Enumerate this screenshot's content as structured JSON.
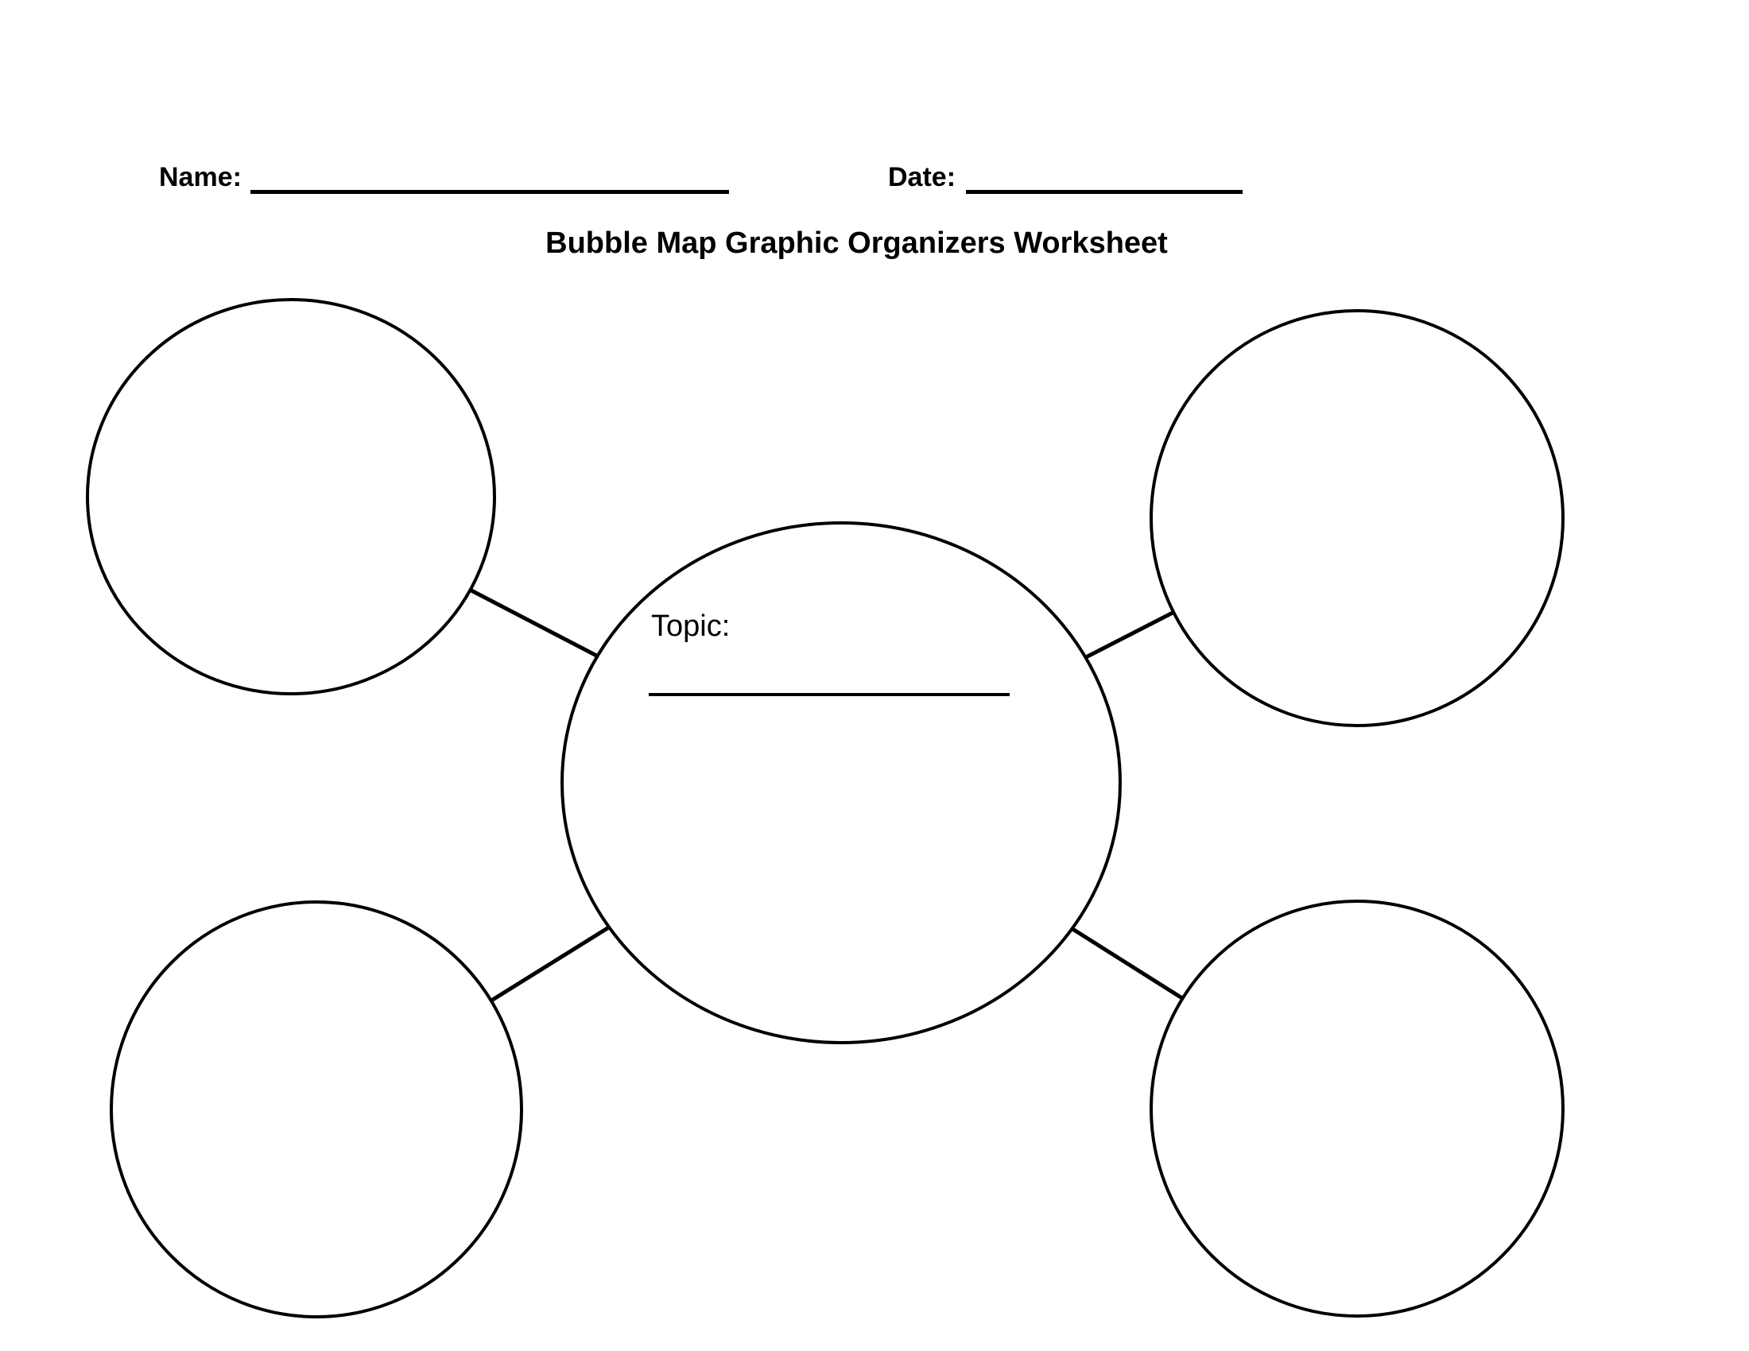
{
  "page": {
    "background_color": "#ffffff",
    "ink_color": "#000000"
  },
  "header": {
    "name_label": "Name:",
    "name_value": "",
    "date_label": "Date:",
    "date_value": ""
  },
  "title": "Bubble Map Graphic Organizers Worksheet",
  "diagram": {
    "type": "bubble-map",
    "center": {
      "id": "topic",
      "label": "Topic:",
      "value": ""
    },
    "outer_bubbles": [
      {
        "id": "top-left",
        "value": ""
      },
      {
        "id": "top-right",
        "value": ""
      },
      {
        "id": "bottom-left",
        "value": ""
      },
      {
        "id": "bottom-right",
        "value": ""
      }
    ],
    "connections": [
      [
        "topic",
        "top-left"
      ],
      [
        "topic",
        "top-right"
      ],
      [
        "topic",
        "bottom-left"
      ],
      [
        "topic",
        "bottom-right"
      ]
    ]
  }
}
